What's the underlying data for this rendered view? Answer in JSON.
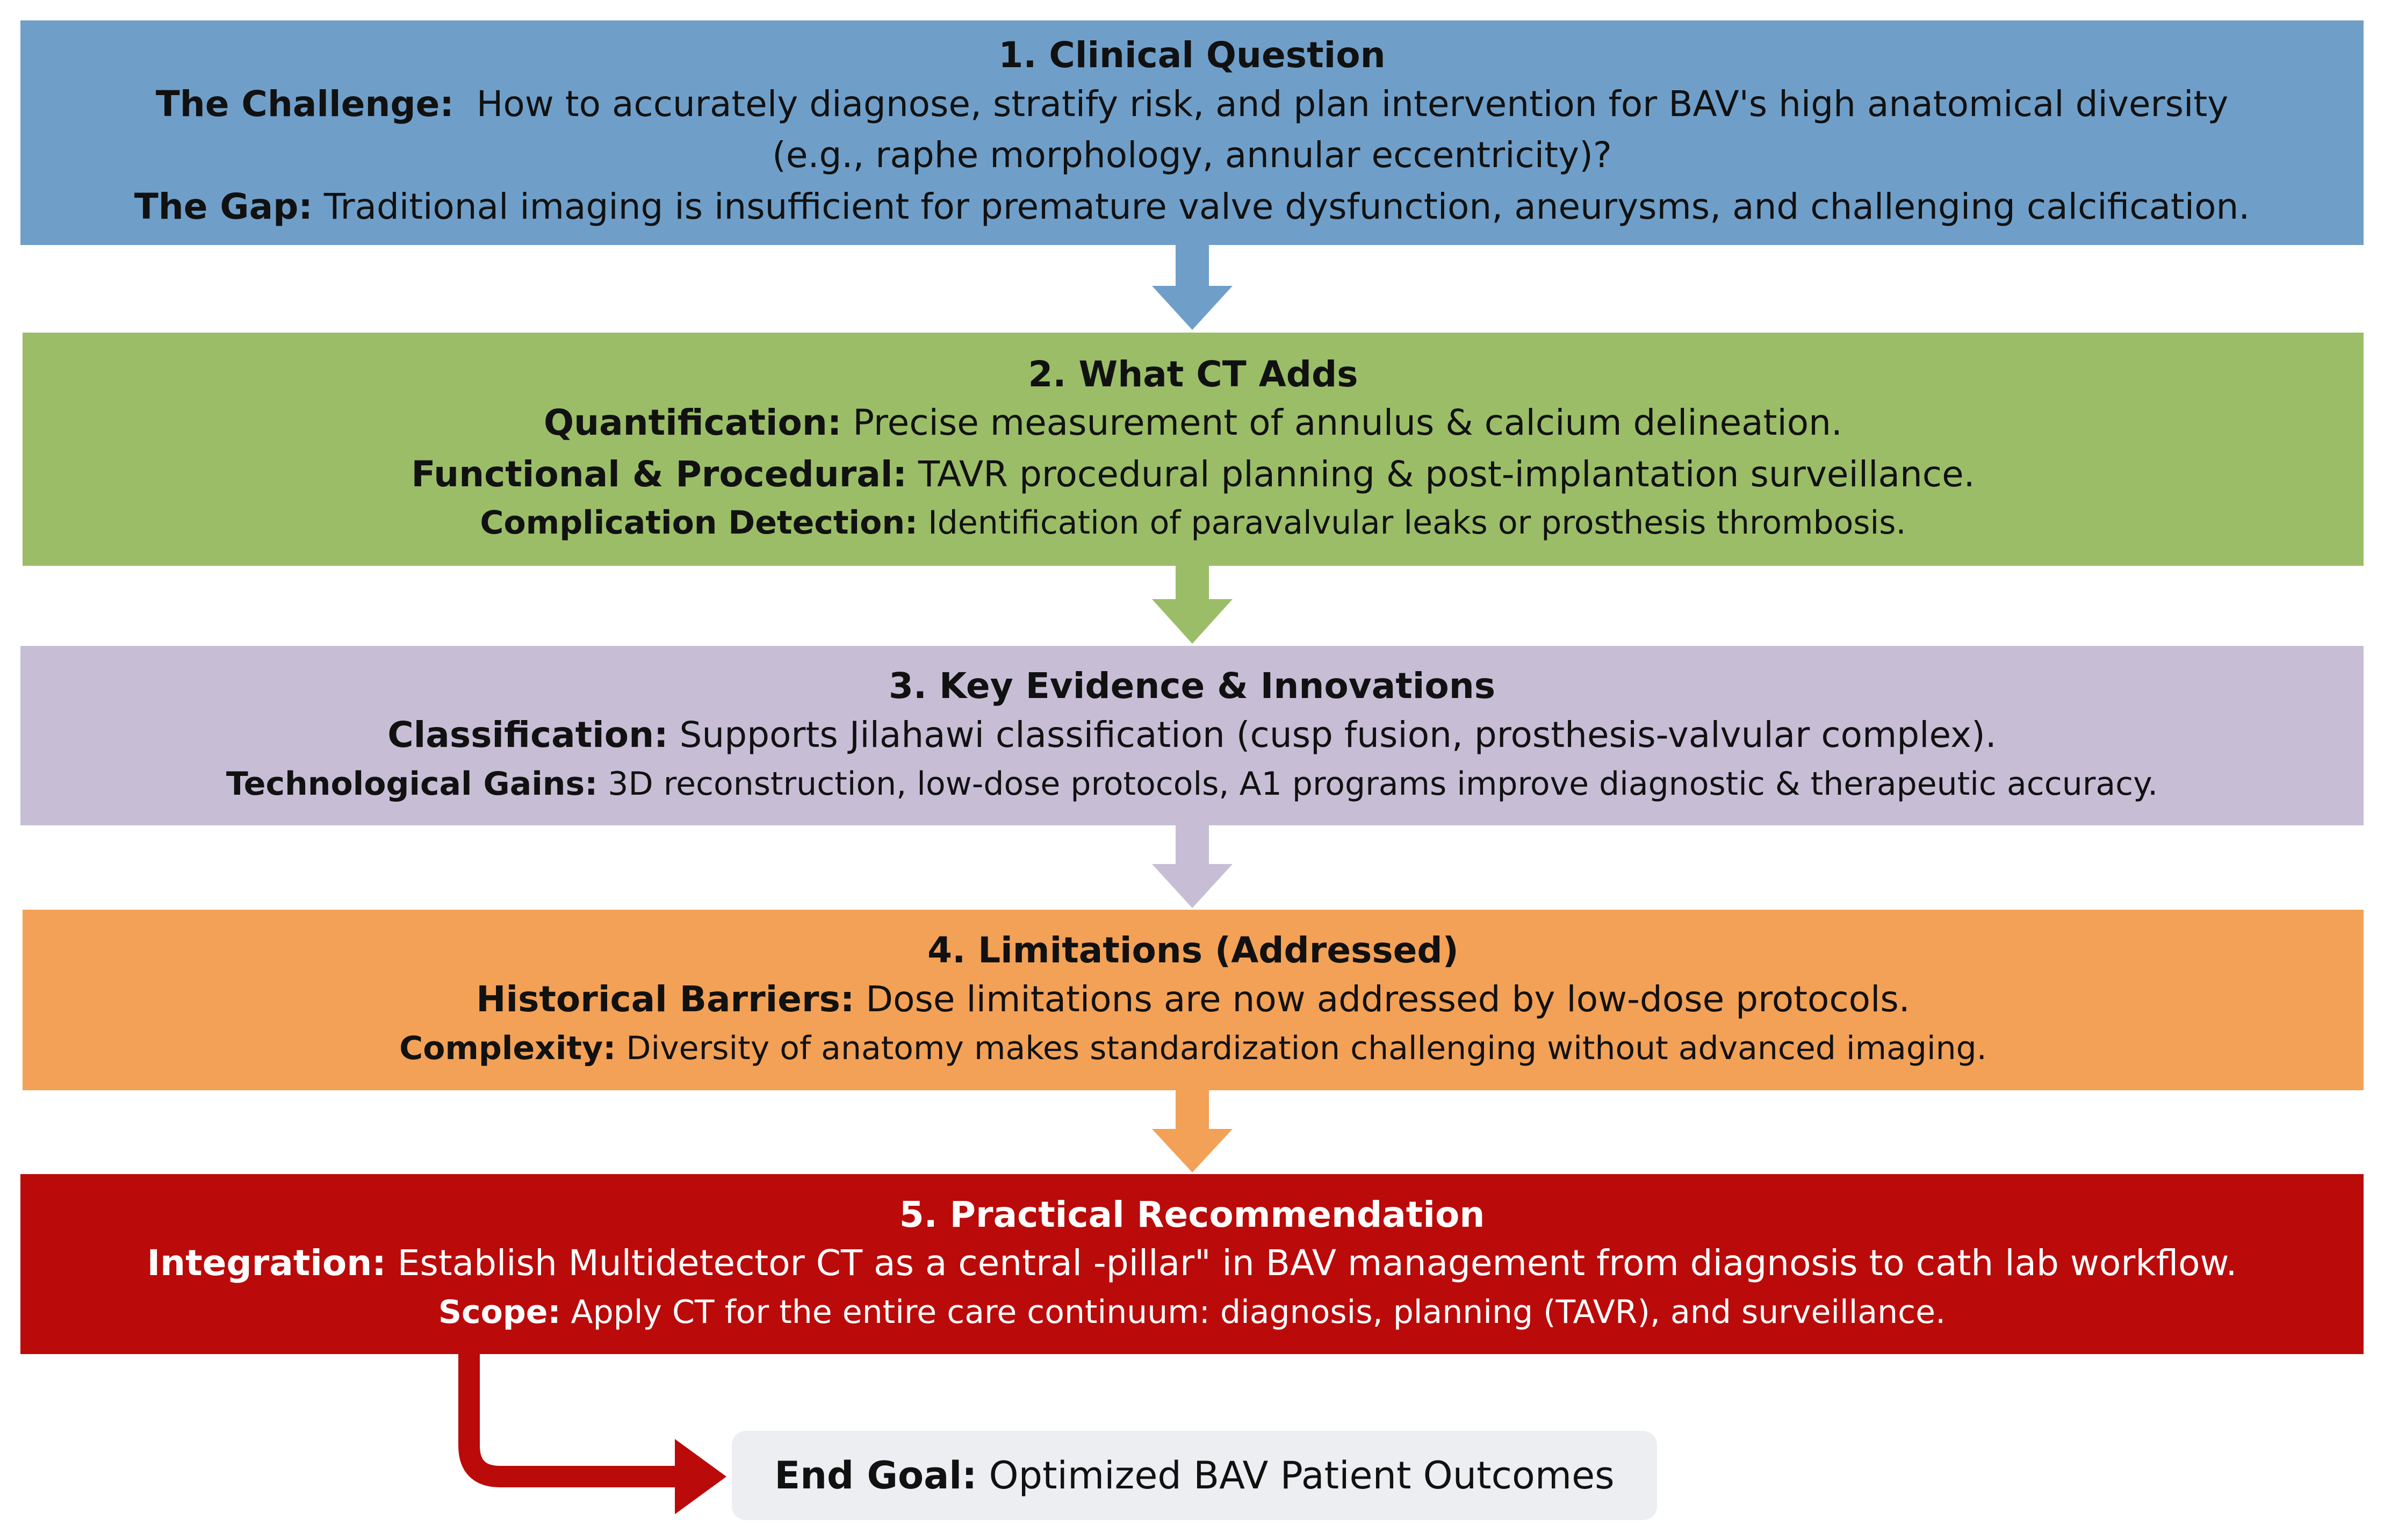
{
  "colors": {
    "blue": "#6f9fc9",
    "green": "#9bbd68",
    "lavender": "#c7bed6",
    "orange": "#f2a157",
    "red": "#bb0a0a",
    "end_goal_bg": "#eceef1"
  },
  "steps": [
    {
      "title": "1. Clinical Question",
      "lines": [
        {
          "label": "The Challenge:",
          "text": "  How to accurately diagnose, stratify risk, and plan intervention for BAV's high anatomical diversity"
        },
        {
          "label": "",
          "text": "(e.g., raphe morphology, annular eccentricity)?"
        },
        {
          "label": "The Gap:",
          "text": " Traditional imaging is insufficient for premature valve dysfunction, aneurysms, and challenging calcification."
        }
      ]
    },
    {
      "title": "2. What CT Adds",
      "lines": [
        {
          "label": "Quantification:",
          "text": " Precise measurement of annulus & calcium delineation."
        },
        {
          "label": "Functional & Procedural:",
          "text": " TAVR procedural planning & post-implantation surveillance."
        },
        {
          "label": "Complication Detection:",
          "text": " Identification of paravalvular leaks or prosthesis thrombosis."
        }
      ]
    },
    {
      "title": "3. Key Evidence & Innovations",
      "lines": [
        {
          "label": "Classification:",
          "text": " Supports Jilahawi classification (cusp fusion, prosthesis-valvular complex)."
        },
        {
          "label": "Technological Gains:",
          "text": " 3D reconstruction, low-dose protocols, A1 programs improve diagnostic & therapeutic accuracy."
        }
      ]
    },
    {
      "title": "4. Limitations (Addressed)",
      "lines": [
        {
          "label": "Historical Barriers:",
          "text": " Dose limitations are now addressed by low-dose protocols."
        },
        {
          "label": "Complexity:",
          "text": " Diversity of anatomy makes standardization challenging without advanced imaging."
        }
      ]
    },
    {
      "title": "5. Practical Recommendation",
      "lines": [
        {
          "label": "Integration:",
          "text": " Establish Multidetector CT as a central -pillar\" in BAV management from diagnosis to cath lab workflow."
        },
        {
          "label": "Scope:",
          "text": " Apply CT for the entire care continuum: diagnosis, planning (TAVR), and surveillance."
        }
      ]
    }
  ],
  "end_goal": {
    "label": "End Goal:",
    "text": " Optimized BAV Patient Outcomes"
  }
}
